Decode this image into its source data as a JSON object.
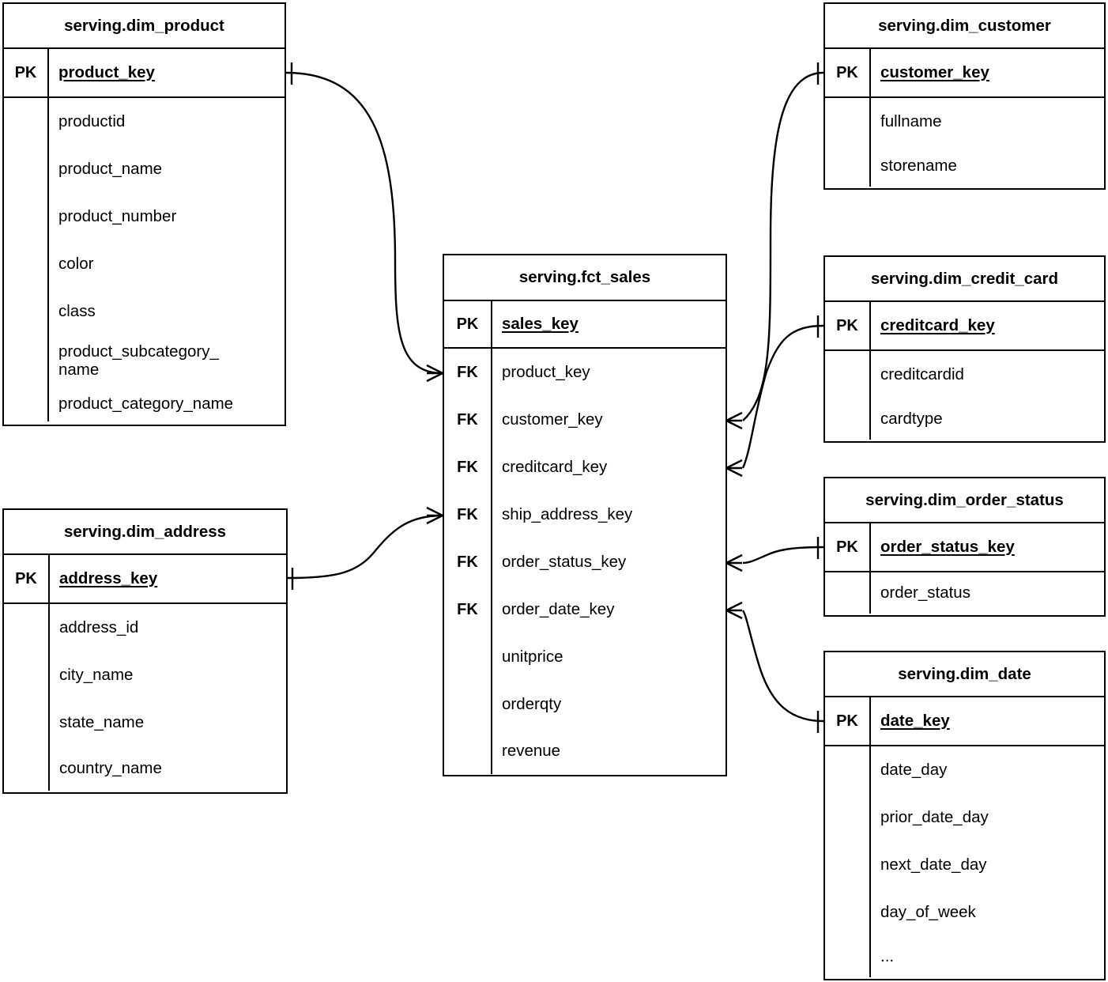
{
  "diagram": {
    "type": "entity-relationship-diagram",
    "notation": "crow's-foot",
    "background_color": "#ffffff",
    "line_color": "#000000"
  },
  "entities": [
    {
      "id": "dim_product",
      "title": "serving.dim_product",
      "primary_key": {
        "tag": "PK",
        "name": "product_key"
      },
      "fields": [
        "productid",
        "product_name",
        "product_number",
        "color",
        "class",
        "product_subcategory_\nname",
        "product_category_name"
      ]
    },
    {
      "id": "dim_address",
      "title": "serving.dim_address",
      "primary_key": {
        "tag": "PK",
        "name": "address_key"
      },
      "fields": [
        "address_id",
        "city_name",
        "state_name",
        "country_name"
      ]
    },
    {
      "id": "fct_sales",
      "title": "serving.fct_sales",
      "primary_key": {
        "tag": "PK",
        "name": "sales_key"
      },
      "fields": [
        {
          "tag": "FK",
          "name": "product_key"
        },
        {
          "tag": "FK",
          "name": "customer_key"
        },
        {
          "tag": "FK",
          "name": "creditcard_key"
        },
        {
          "tag": "FK",
          "name": "ship_address_key"
        },
        {
          "tag": "FK",
          "name": "order_status_key"
        },
        {
          "tag": "FK",
          "name": "order_date_key"
        },
        {
          "tag": "",
          "name": "unitprice"
        },
        {
          "tag": "",
          "name": "orderqty"
        },
        {
          "tag": "",
          "name": "revenue"
        }
      ]
    },
    {
      "id": "dim_customer",
      "title": "serving.dim_customer",
      "primary_key": {
        "tag": "PK",
        "name": "customer_key"
      },
      "fields": [
        "fullname",
        "storename"
      ]
    },
    {
      "id": "dim_credit_card",
      "title": "serving.dim_credit_card",
      "primary_key": {
        "tag": "PK",
        "name": "creditcard_key"
      },
      "fields": [
        "creditcardid",
        "cardtype"
      ]
    },
    {
      "id": "dim_order_status",
      "title": "serving.dim_order_status",
      "primary_key": {
        "tag": "PK",
        "name": "order_status_key"
      },
      "fields": [
        "order_status"
      ]
    },
    {
      "id": "dim_date",
      "title": "serving.dim_date",
      "primary_key": {
        "tag": "PK",
        "name": "date_key"
      },
      "fields": [
        "date_day",
        "prior_date_day",
        "next_date_day",
        "day_of_week",
        "..."
      ]
    }
  ],
  "relationships": [
    {
      "from": "dim_product.product_key",
      "to": "fct_sales.product_key",
      "from_cardinality": "one",
      "to_cardinality": "many"
    },
    {
      "from": "dim_address.address_key",
      "to": "fct_sales.ship_address_key",
      "from_cardinality": "one",
      "to_cardinality": "many"
    },
    {
      "from": "dim_customer.customer_key",
      "to": "fct_sales.customer_key",
      "from_cardinality": "one",
      "to_cardinality": "many"
    },
    {
      "from": "dim_credit_card.creditcard_key",
      "to": "fct_sales.creditcard_key",
      "from_cardinality": "one",
      "to_cardinality": "many"
    },
    {
      "from": "dim_order_status.order_status_key",
      "to": "fct_sales.order_status_key",
      "from_cardinality": "one",
      "to_cardinality": "many"
    },
    {
      "from": "dim_date.date_key",
      "to": "fct_sales.order_date_key",
      "from_cardinality": "one",
      "to_cardinality": "many"
    }
  ]
}
